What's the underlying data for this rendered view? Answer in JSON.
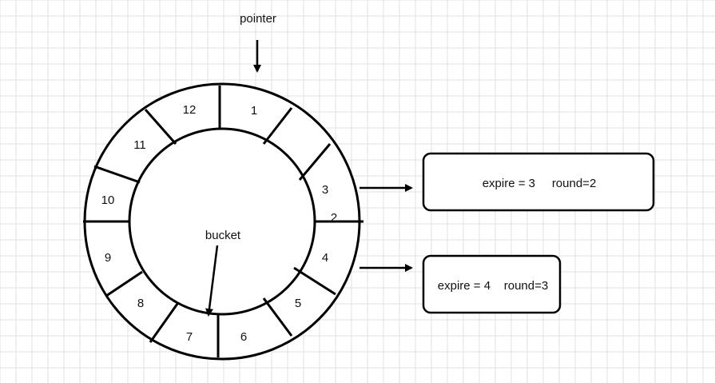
{
  "pointer_label": "pointer",
  "bucket_label": "bucket",
  "slots": [
    "1",
    "2",
    "3",
    "4",
    "5",
    "6",
    "7",
    "8",
    "9",
    "10",
    "11",
    "12"
  ],
  "boxes": [
    {
      "text": "expire = 3     round=2"
    },
    {
      "text": "expire = 4    round=3"
    }
  ],
  "colors": {
    "stroke": "#000000",
    "text": "#111111",
    "grid": "#e2e2e2",
    "background": "#ffffff"
  }
}
